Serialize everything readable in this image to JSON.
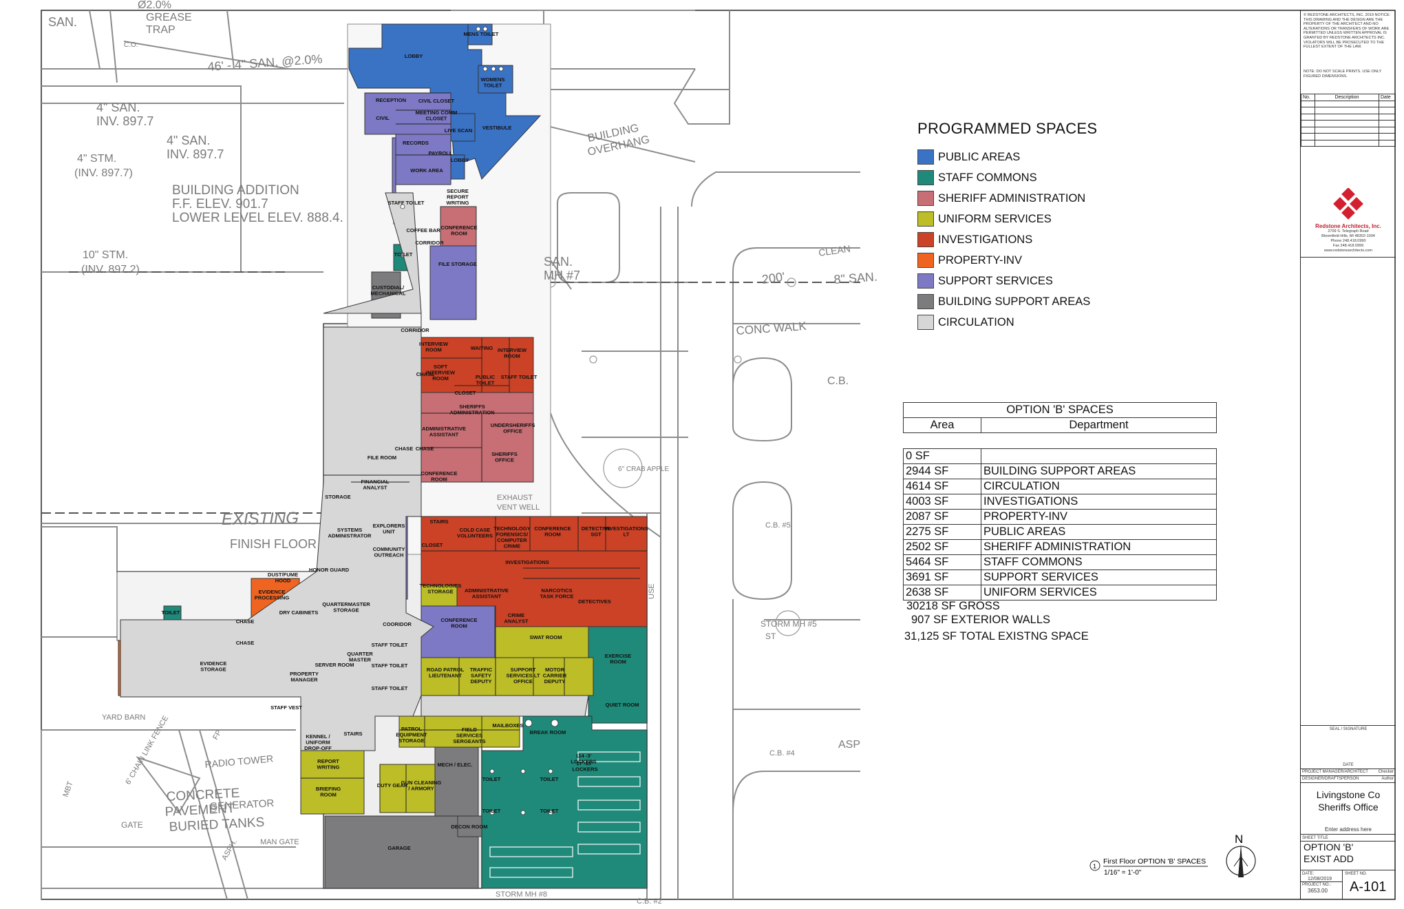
{
  "legend": {
    "title": "PROGRAMMED SPACES",
    "items": [
      {
        "label": "PUBLIC AREAS",
        "color": "#3a72c4"
      },
      {
        "label": "STAFF COMMONS",
        "color": "#1f8a7a"
      },
      {
        "label": "SHERIFF ADMINISTRATION",
        "color": "#c76f74"
      },
      {
        "label": "UNIFORM SERVICES",
        "color": "#bcbd27"
      },
      {
        "label": "INVESTIGATIONS",
        "color": "#cc4226"
      },
      {
        "label": "PROPERTY-INV",
        "color": "#ef6420"
      },
      {
        "label": "SUPPORT SERVICES",
        "color": "#7d79c4"
      },
      {
        "label": "BUILDING SUPPORT AREAS",
        "color": "#7c7c7e"
      },
      {
        "label": "CIRCULATION",
        "color": "#d7d7d7"
      }
    ]
  },
  "spaces_table": {
    "title": "OPTION 'B' SPACES",
    "col_area": "Area",
    "col_department": "Department",
    "rows": [
      {
        "area": "0 SF",
        "department": ""
      },
      {
        "area": "2944 SF",
        "department": "BUILDING SUPPORT AREAS"
      },
      {
        "area": "4614 SF",
        "department": "CIRCULATION"
      },
      {
        "area": "4003 SF",
        "department": "INVESTIGATIONS"
      },
      {
        "area": "2087 SF",
        "department": "PROPERTY-INV"
      },
      {
        "area": "2275 SF",
        "department": "PUBLIC AREAS"
      },
      {
        "area": "2502 SF",
        "department": "SHERIFF ADMINISTRATION"
      },
      {
        "area": "5464 SF",
        "department": "STAFF COMMONS"
      },
      {
        "area": "3691 SF",
        "department": "SUPPORT SERVICES"
      },
      {
        "area": "2638 SF",
        "department": "UNIFORM SERVICES"
      }
    ],
    "gross": "30218 SF GROSS",
    "exterior": "907 SF EXTERIOR WALLS",
    "total": "31,125 SF TOTAL EXISTNG SPACE"
  },
  "drawing": {
    "view_title": "First Floor OPTION 'B' SPACES",
    "scale": "1/16\" = 1'-0\"",
    "view_number": "1",
    "north": "N"
  },
  "site_labels": [
    {
      "text": "SAN."
    },
    {
      "text": "Ø2.0%"
    },
    {
      "text": "GREASE"
    },
    {
      "text": "TRAP"
    },
    {
      "text": "C.O."
    },
    {
      "text": "46' - 4\" SAN. @2.0%"
    },
    {
      "text": "4\" SAN."
    },
    {
      "text": "INV. 897.7"
    },
    {
      "text": "4\" SAN."
    },
    {
      "text": "INV. 897.7"
    },
    {
      "text": "4\" STM."
    },
    {
      "text": "(INV. 897.7)"
    },
    {
      "text": "BUILDING ADDITION"
    },
    {
      "text": "F.F. ELEV. 901.7"
    },
    {
      "text": "LOWER LEVEL ELEV. 888.4."
    },
    {
      "text": "10\" STM."
    },
    {
      "text": "(INV. 897.2)"
    },
    {
      "text": "BUILDING"
    },
    {
      "text": "OVERHANG"
    },
    {
      "text": "SAN."
    },
    {
      "text": "MH #7"
    },
    {
      "text": "200'"
    },
    {
      "text": "8\" SAN."
    },
    {
      "text": "CLEAN"
    },
    {
      "text": "CONC WALK"
    },
    {
      "text": "C.B."
    },
    {
      "text": "6\" CRAB APPLE"
    },
    {
      "text": "EXHAUST"
    },
    {
      "text": "VENT WELL"
    },
    {
      "text": "C.B. #5"
    },
    {
      "text": "STORM MH #5"
    },
    {
      "text": "ST"
    },
    {
      "text": "C.B. #4"
    },
    {
      "text": "ASP"
    },
    {
      "text": "EXISTING"
    },
    {
      "text": "FINISH FLOOR"
    },
    {
      "text": "YARD BARN"
    },
    {
      "text": "6' CHAIN LINK FENCE"
    },
    {
      "text": "RADIO TOWER"
    },
    {
      "text": "CONCRETE"
    },
    {
      "text": "PAVEMENT"
    },
    {
      "text": "GENERATOR"
    },
    {
      "text": "BURIED TANKS"
    },
    {
      "text": "GATE"
    },
    {
      "text": "MAN GATE"
    },
    {
      "text": "ASPH."
    },
    {
      "text": "FP"
    },
    {
      "text": "MBT"
    },
    {
      "text": "STORM MH #8"
    },
    {
      "text": "C.B. #2"
    },
    {
      "text": "USE"
    }
  ],
  "rooms": [
    {
      "label": "LOBBY"
    },
    {
      "label": "MENS TOILET"
    },
    {
      "label": "WOMENS TOILET"
    },
    {
      "label": "RECEPTION"
    },
    {
      "label": "CIVIL CLOSET"
    },
    {
      "label": "CIVIL"
    },
    {
      "label": "MEETING COMM CLOSET"
    },
    {
      "label": "VESTIBULE"
    },
    {
      "label": "LIVE SCAN"
    },
    {
      "label": "RECORDS"
    },
    {
      "label": "PAYROLL"
    },
    {
      "label": "LOBBY"
    },
    {
      "label": "WORK AREA"
    },
    {
      "label": "SECURE REPORT WRITING"
    },
    {
      "label": "STAFF TOILET"
    },
    {
      "label": "COFFEE BAR"
    },
    {
      "label": "CORRIDOR"
    },
    {
      "label": "CONFERENCE ROOM"
    },
    {
      "label": "TOILET"
    },
    {
      "label": "FILE STORAGE"
    },
    {
      "label": "CUSTODIAL/ MECHANICAL"
    },
    {
      "label": "CORRIDOR"
    },
    {
      "label": "INTERVIEW ROOM"
    },
    {
      "label": "WAITING"
    },
    {
      "label": "INTERVIEW ROOM"
    },
    {
      "label": "SOFT INTERVIEW ROOM"
    },
    {
      "label": "CHASE"
    },
    {
      "label": "PUBLIC TOILET"
    },
    {
      "label": "STAFF TOILET"
    },
    {
      "label": "CLOSET"
    },
    {
      "label": "SHERIFFS ADMINISTRATION"
    },
    {
      "label": "ADMINISTRATIVE ASSISTANT"
    },
    {
      "label": "UNDERSHERIFFS OFFICE"
    },
    {
      "label": "CHASE"
    },
    {
      "label": "CHASE"
    },
    {
      "label": "SHERIFFS OFFICE"
    },
    {
      "label": "FILE ROOM"
    },
    {
      "label": "CONFERENCE ROOM"
    },
    {
      "label": "FINANCIAL ANALYST"
    },
    {
      "label": "STORAGE"
    },
    {
      "label": "STAIRS"
    },
    {
      "label": "COLD CASE VOLUNTEERS"
    },
    {
      "label": "TECHNOLOGY FORENSICS/ COMPUTER CRIME"
    },
    {
      "label": "CONFERENCE ROOM"
    },
    {
      "label": "DETECTIVE SGT"
    },
    {
      "label": "INVESTIGATIONS LT"
    },
    {
      "label": "SYSTEMS ADMINISTRATOR"
    },
    {
      "label": "EXPLORERS UNIT"
    },
    {
      "label": "CLOSET"
    },
    {
      "label": "COMMUNITY OUTREACH"
    },
    {
      "label": "INVESTIGATIONS"
    },
    {
      "label": "HONOR GUARD"
    },
    {
      "label": "TECHNOLOGIES STORAGE"
    },
    {
      "label": "ADMINISTRATIVE ASSISTANT"
    },
    {
      "label": "NARCOTICS TASK FORCE"
    },
    {
      "label": "DETECTIVES"
    },
    {
      "label": "QUARTERMASTER STORAGE"
    },
    {
      "label": "DUST/FUME HOOD"
    },
    {
      "label": "EVIDENCE PROCESSING"
    },
    {
      "label": "DRY CABINETS"
    },
    {
      "label": "TOILET"
    },
    {
      "label": "CHASE"
    },
    {
      "label": "COORIDOR"
    },
    {
      "label": "CONFERENCE ROOM"
    },
    {
      "label": "CRIME ANALYST"
    },
    {
      "label": "CHASE"
    },
    {
      "label": "SWAT ROOM"
    },
    {
      "label": "EXERCISE ROOM"
    },
    {
      "label": "EVIDENCE STORAGE"
    },
    {
      "label": "PROPERTY MANAGER"
    },
    {
      "label": "SERVER ROOM"
    },
    {
      "label": "QUARTER MASTER"
    },
    {
      "label": "STAFF TOILET"
    },
    {
      "label": "STAFF TOILET"
    },
    {
      "label": "STAFF TOILET"
    },
    {
      "label": "ROAD PATROL LIEUTENANT"
    },
    {
      "label": "TRAFFIC SAFETY DEPUTY"
    },
    {
      "label": "SUPPORT SERVICES LT OFFICE"
    },
    {
      "label": "MOTOR CARRIER DEPUTY"
    },
    {
      "label": "QUIET ROOM"
    },
    {
      "label": "STAFF VEST"
    },
    {
      "label": "KENNEL / UNIFORM DROP-OFF"
    },
    {
      "label": "STAIRS"
    },
    {
      "label": "PATROL EQUIPMENT STORAGE"
    },
    {
      "label": "FIELD SERVICES SERGEANTS"
    },
    {
      "label": "MAILBOXES"
    },
    {
      "label": "BREAK ROOM"
    },
    {
      "label": "REPORT WRITING"
    },
    {
      "label": "MECH / ELEC."
    },
    {
      "label": "114 -3' LOCKERS"
    },
    {
      "label": "17 -15\" LOCKERS"
    },
    {
      "label": "BRIEFING ROOM"
    },
    {
      "label": "DUTY GEAR"
    },
    {
      "label": "GUN CLEANING / ARMORY"
    },
    {
      "label": "TOILET"
    },
    {
      "label": "TOILET"
    },
    {
      "label": "TOILET"
    },
    {
      "label": "TOILET"
    },
    {
      "label": "DECON ROOM"
    },
    {
      "label": "GARAGE"
    }
  ],
  "title_block": {
    "notes": "© REDSTONE ARCHITECTS, INC. 2019 NOTICE: THIS DRAWING AND THE DESIGN ARE THE PROPERTY OF THE ARCHITECT AND NO ALTERATIONS OR TRANSFERS OF WORK ARE PERMITTED UNLESS WRITTEN APPROVAL IS GRANTED BY REDSTONE ARCHITECTS INC. VIOLATORS WILL BE PROSECUTED TO THE FULLEST EXTENT OF THE LAW.",
    "notes2": "NOTE: DO NOT SCALE PRINTS. USE ONLY FIGURED DIMENSIONS.",
    "rev_no": "No.",
    "rev_desc": "Description",
    "rev_date": "Date",
    "firm": "Redstone Architects, Inc.",
    "firm_address": "2709 S. Telegraph Road",
    "firm_city": "Bloomfield Hills, MI 48302-1004",
    "firm_phone": "Phone 248.418.0990",
    "firm_fax": "Fax 248.418.0999",
    "firm_web": "www.redstonearchitects.com",
    "seal": "SEAL / SIGNATURE",
    "date_label": "DATE",
    "pm_label": "PROJECT MANAGER/ARCHITECT",
    "pm_value": "Checker",
    "designer_label": "DESIGNER/DRAFTSPERSON",
    "designer_value": "Author",
    "project_name_1": "Livingstone Co",
    "project_name_2": "Sheriffs Office",
    "project_address": "Enter address here",
    "sheet_title_label": "SHEET TITLE",
    "sheet_title_1": "OPTION 'B'",
    "sheet_title_2": "EXIST ADD",
    "date_cap": "DATE:",
    "date_value": "12/08/2019",
    "project_no_cap": "PROJECT NO.:",
    "project_no": "3653.00",
    "sheet_no_cap": "SHEET NO.",
    "sheet_no": "A-101"
  }
}
